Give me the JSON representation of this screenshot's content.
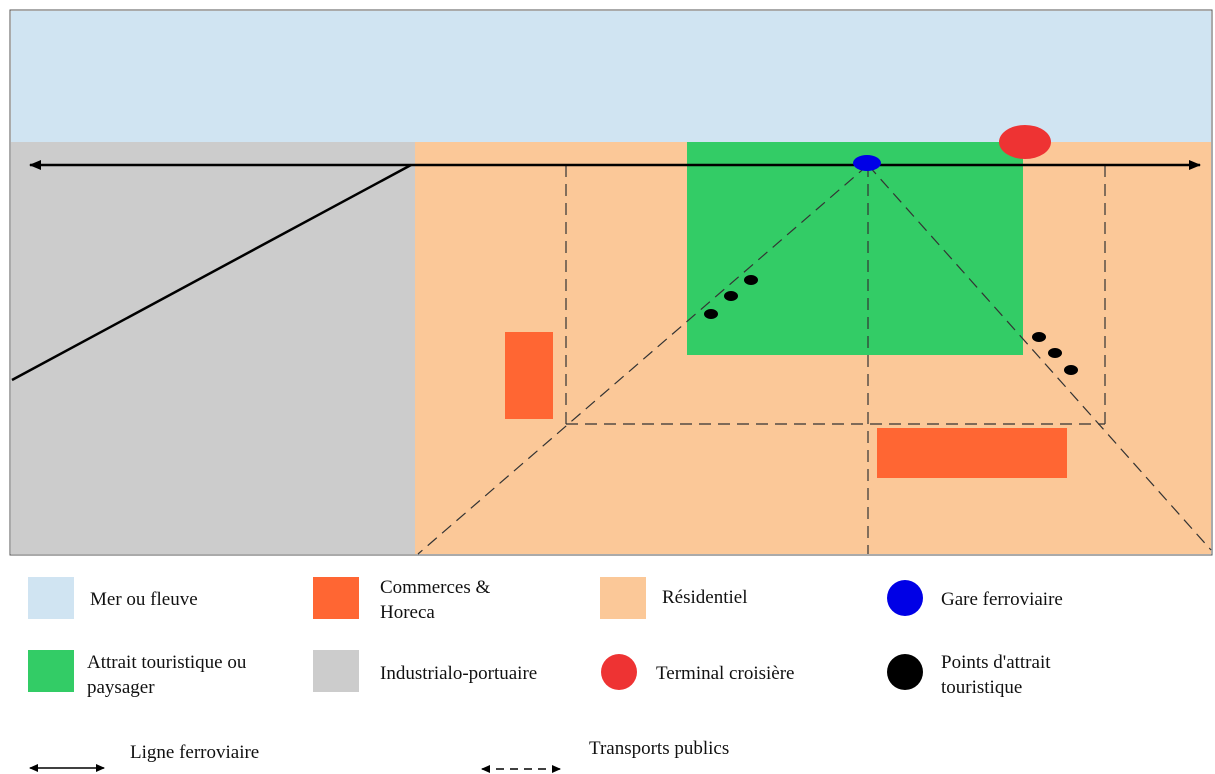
{
  "colors": {
    "sea": "#d0e4f2",
    "industrial": "#cccccc",
    "residential": "#fbc898",
    "tourism_area": "#33cc66",
    "commerce": "#ff6633",
    "station": "#0000e6",
    "cruise_terminal": "#ee3333",
    "attraction_points": "#000000"
  },
  "legend": {
    "sea": "Mer ou fleuve",
    "commerce_line1": "Commerces &",
    "commerce_line2": "Horeca",
    "residential": "Résidentiel",
    "station": "Gare ferroviaire",
    "tourism_line1": "Attrait touristique ou",
    "tourism_line2": "paysager",
    "industrial": "Industrialo-portuaire",
    "cruise_terminal": "Terminal croisière",
    "points_line1": "Points d'attrait",
    "points_line2": "touristique",
    "railway": "Ligne ferroviaire",
    "public_transport": "Transports publics"
  },
  "icons": {
    "railway": "solid-double-arrow-icon",
    "public_transport": "dashed-double-arrow-icon"
  }
}
